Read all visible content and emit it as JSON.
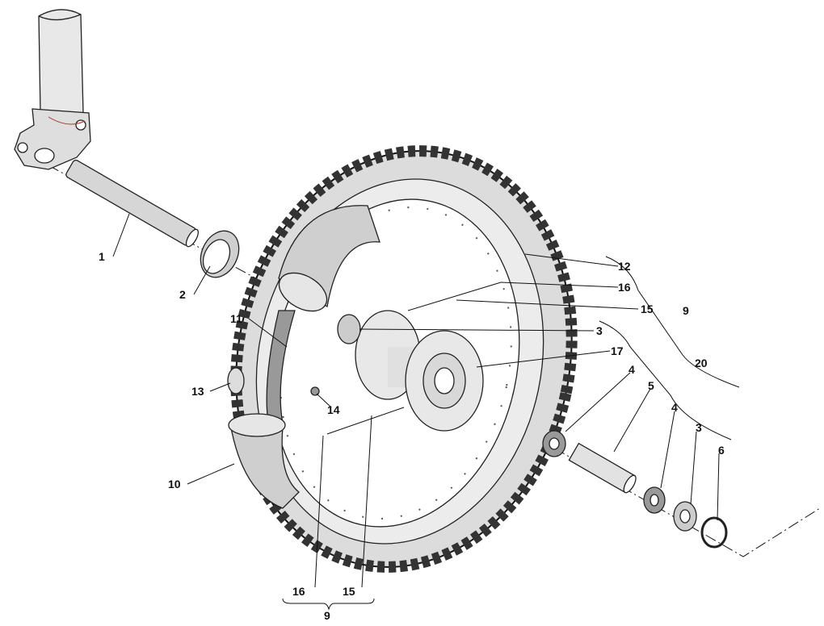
{
  "title": "Rear wheel exploded parts diagram",
  "callouts": {
    "c1": "1",
    "c2": "2",
    "c3a": "3",
    "c3b": "3",
    "c4a": "4",
    "c4b": "4",
    "c5": "5",
    "c6": "6",
    "c9a": "9",
    "c9b": "9",
    "c10": "10",
    "c11": "11",
    "c12": "12",
    "c13": "13",
    "c14": "14",
    "c15a": "15",
    "c15b": "15",
    "c16a": "16",
    "c16b": "16",
    "c17": "17",
    "c20": "20"
  },
  "colors": {
    "part_fill": "#dcdcdc",
    "tube_fill": "#cfcfcf",
    "line": "#111111",
    "fork_accent": "#b03030"
  }
}
